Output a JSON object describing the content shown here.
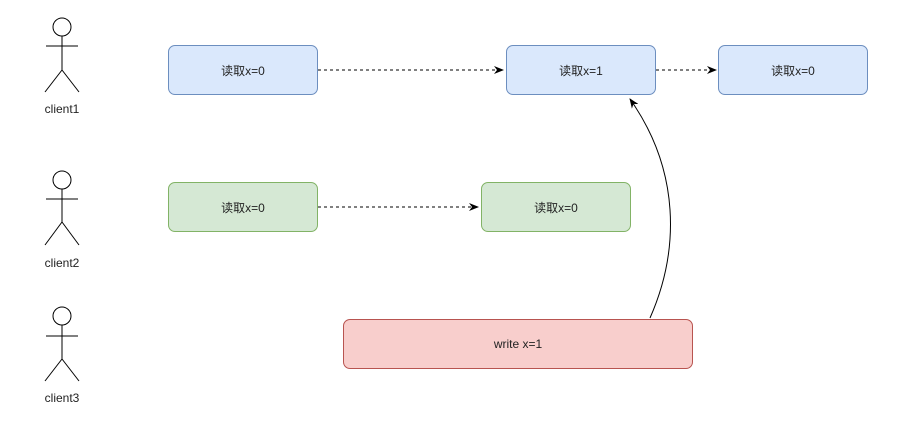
{
  "actors": [
    {
      "label": "client1"
    },
    {
      "label": "client2"
    },
    {
      "label": "client3"
    }
  ],
  "boxes": {
    "c1_read1": "读取x=0",
    "c1_read2": "读取x=1",
    "c1_read3": "读取x=0",
    "c2_read1": "读取x=0",
    "c2_read2": "读取x=0",
    "c3_write": "write x=1"
  },
  "colors": {
    "blue_fill": "#dae8fc",
    "blue_stroke": "#6c8ebf",
    "green_fill": "#d5e8d4",
    "green_stroke": "#82b366",
    "red_fill": "#f8cecc",
    "red_stroke": "#b85450"
  }
}
